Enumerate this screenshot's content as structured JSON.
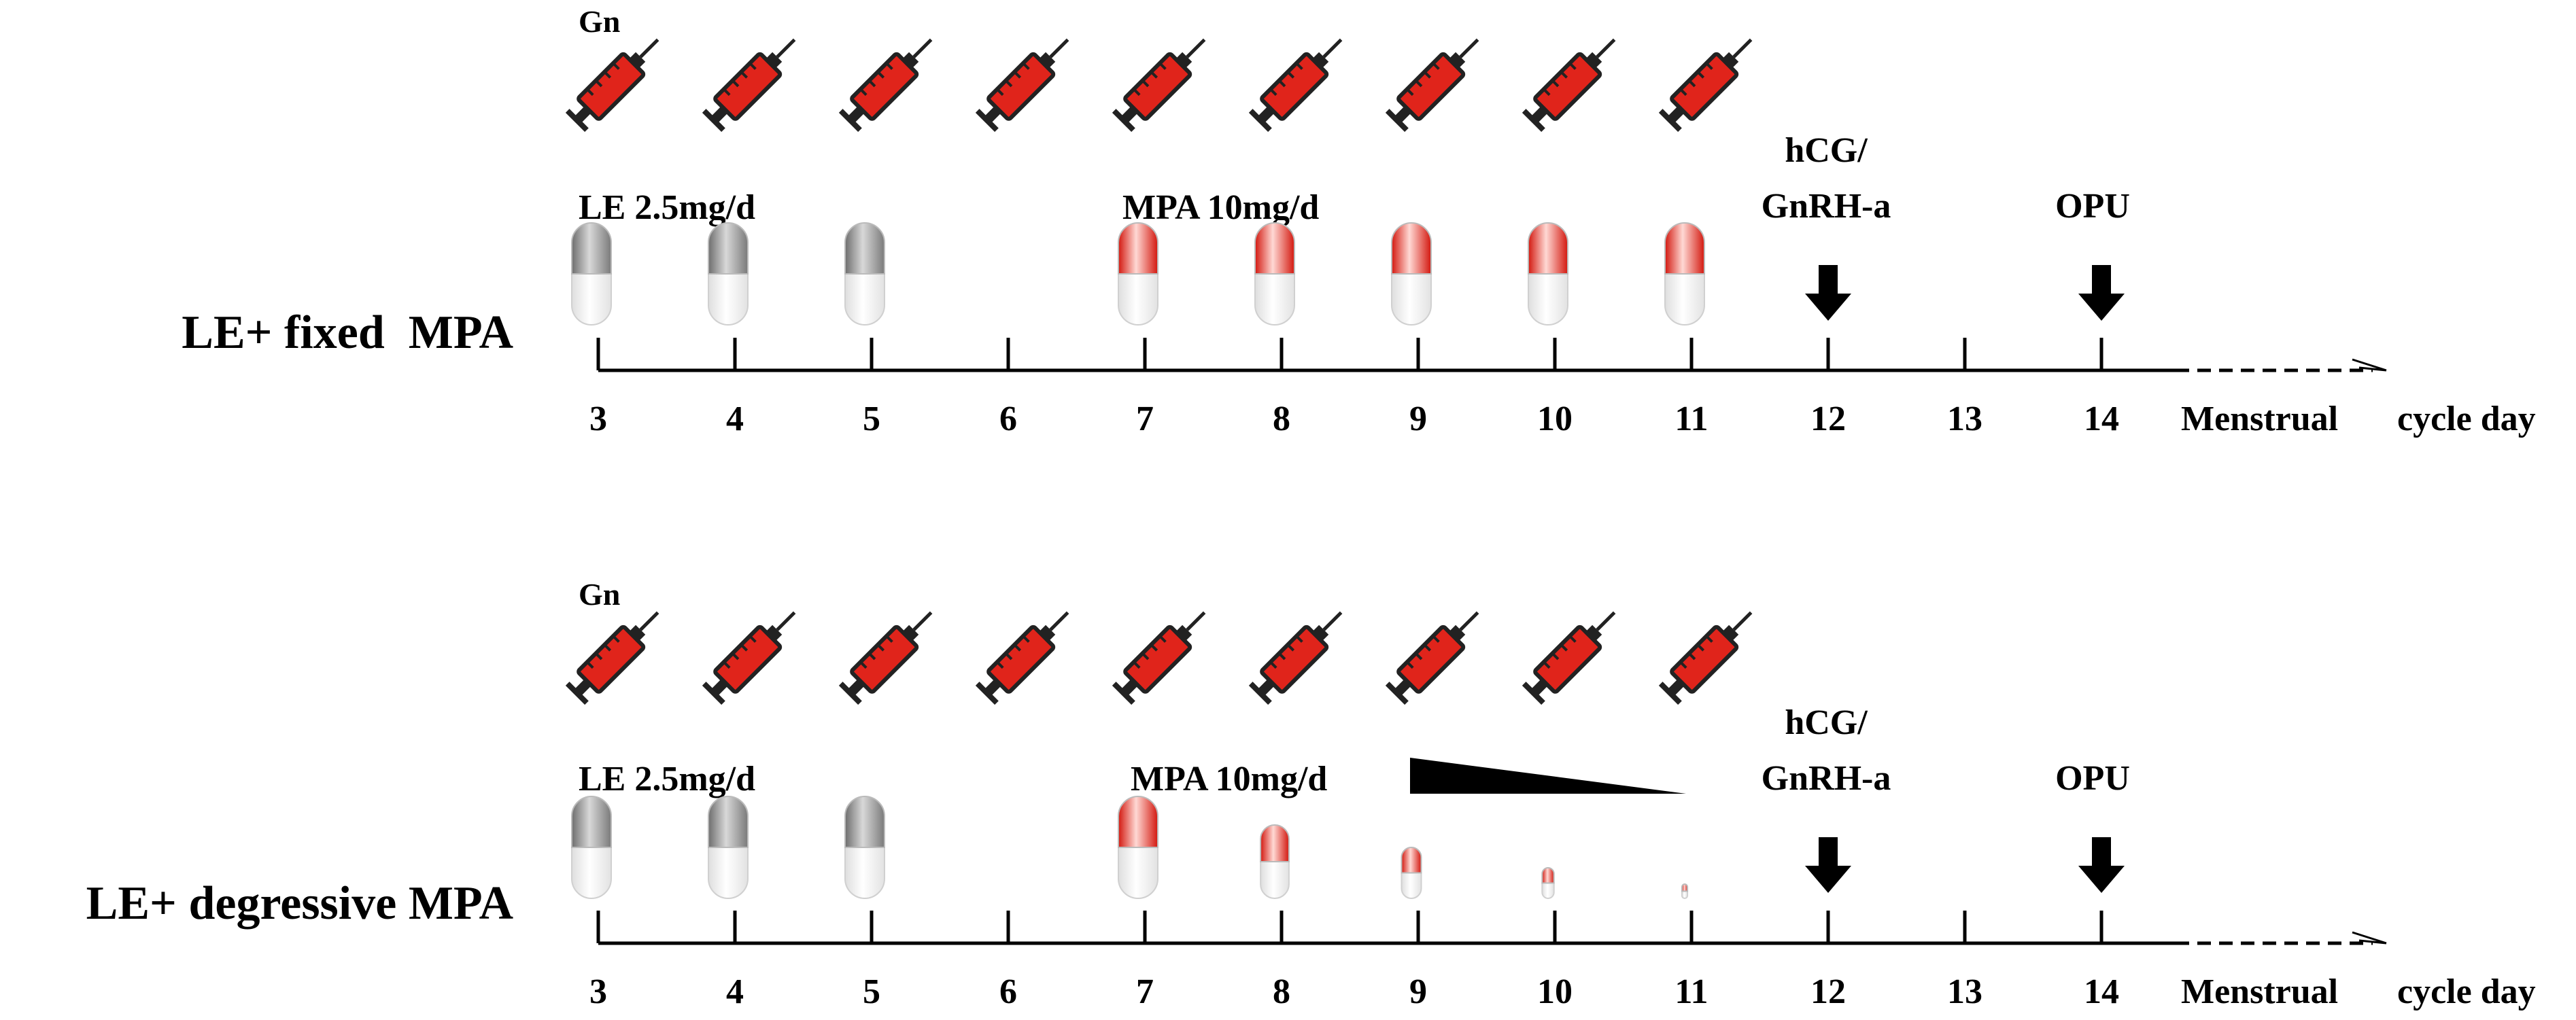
{
  "colors": {
    "syringe_fill": "#e0241b",
    "gray_capsule": "#8f8f8f",
    "red_capsule": "#e0241b",
    "ink": "#000000"
  },
  "icons": {
    "injection": "syringe-icon",
    "oral": "capsule-icon",
    "trigger": "down-arrow-icon"
  },
  "timeline": {
    "axis_label": [
      "Menstrual",
      "cycle day"
    ],
    "days": [
      "3",
      "4",
      "5",
      "6",
      "7",
      "8",
      "9",
      "10",
      "11",
      "12",
      "13",
      "14"
    ]
  },
  "panels": [
    {
      "id": "fixed",
      "label": "LE+ fixed  MPA",
      "gn_label": "Gn",
      "gn_days": [
        "3",
        "4",
        "5",
        "6",
        "7",
        "8",
        "9",
        "10",
        "11"
      ],
      "le_label": "LE 2.5mg/d",
      "le_days": [
        "3",
        "4",
        "5"
      ],
      "mpa_label": "MPA 10mg/d",
      "mpa_days": [
        "7",
        "8",
        "9",
        "10",
        "11"
      ],
      "mpa_relative_dose": [
        1,
        1,
        1,
        1,
        1
      ],
      "dose_taper_wedge": false,
      "trigger_label": [
        "hCG/",
        "GnRH-a"
      ],
      "trigger_day": "12",
      "opu_label": "OPU",
      "opu_day": "14"
    },
    {
      "id": "degressive",
      "label": "LE+ degressive MPA",
      "gn_label": "Gn",
      "gn_days": [
        "3",
        "4",
        "5",
        "6",
        "7",
        "8",
        "9",
        "10",
        "11"
      ],
      "le_label": "LE 2.5mg/d",
      "le_days": [
        "3",
        "4",
        "5"
      ],
      "mpa_label": "MPA 10mg/d",
      "mpa_days": [
        "7",
        "8",
        "9",
        "10",
        "11"
      ],
      "mpa_relative_dose": [
        1,
        0.72,
        0.5,
        0.3,
        0.14
      ],
      "dose_taper_wedge": true,
      "trigger_label": [
        "hCG/",
        "GnRH-a"
      ],
      "trigger_day": "12",
      "opu_label": "OPU",
      "opu_day": "14"
    }
  ]
}
